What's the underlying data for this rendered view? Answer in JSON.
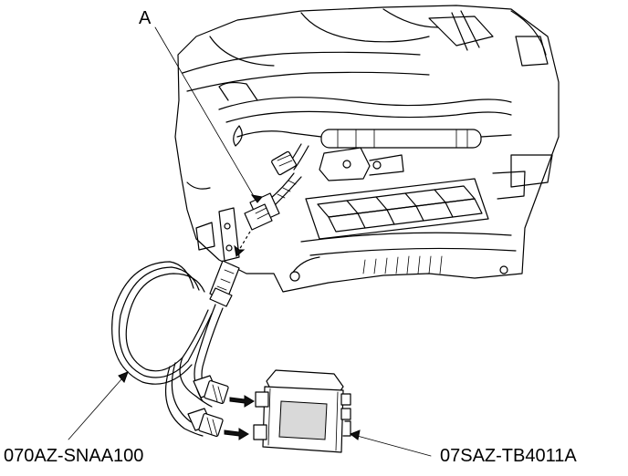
{
  "callouts": {
    "connector_label": "A",
    "harness_label": "070AZ-SNAA100",
    "tool_label": "07SAZ-TB4011A"
  },
  "colors": {
    "line": "#000000",
    "background": "#ffffff",
    "shade": "#d9d9d9"
  }
}
